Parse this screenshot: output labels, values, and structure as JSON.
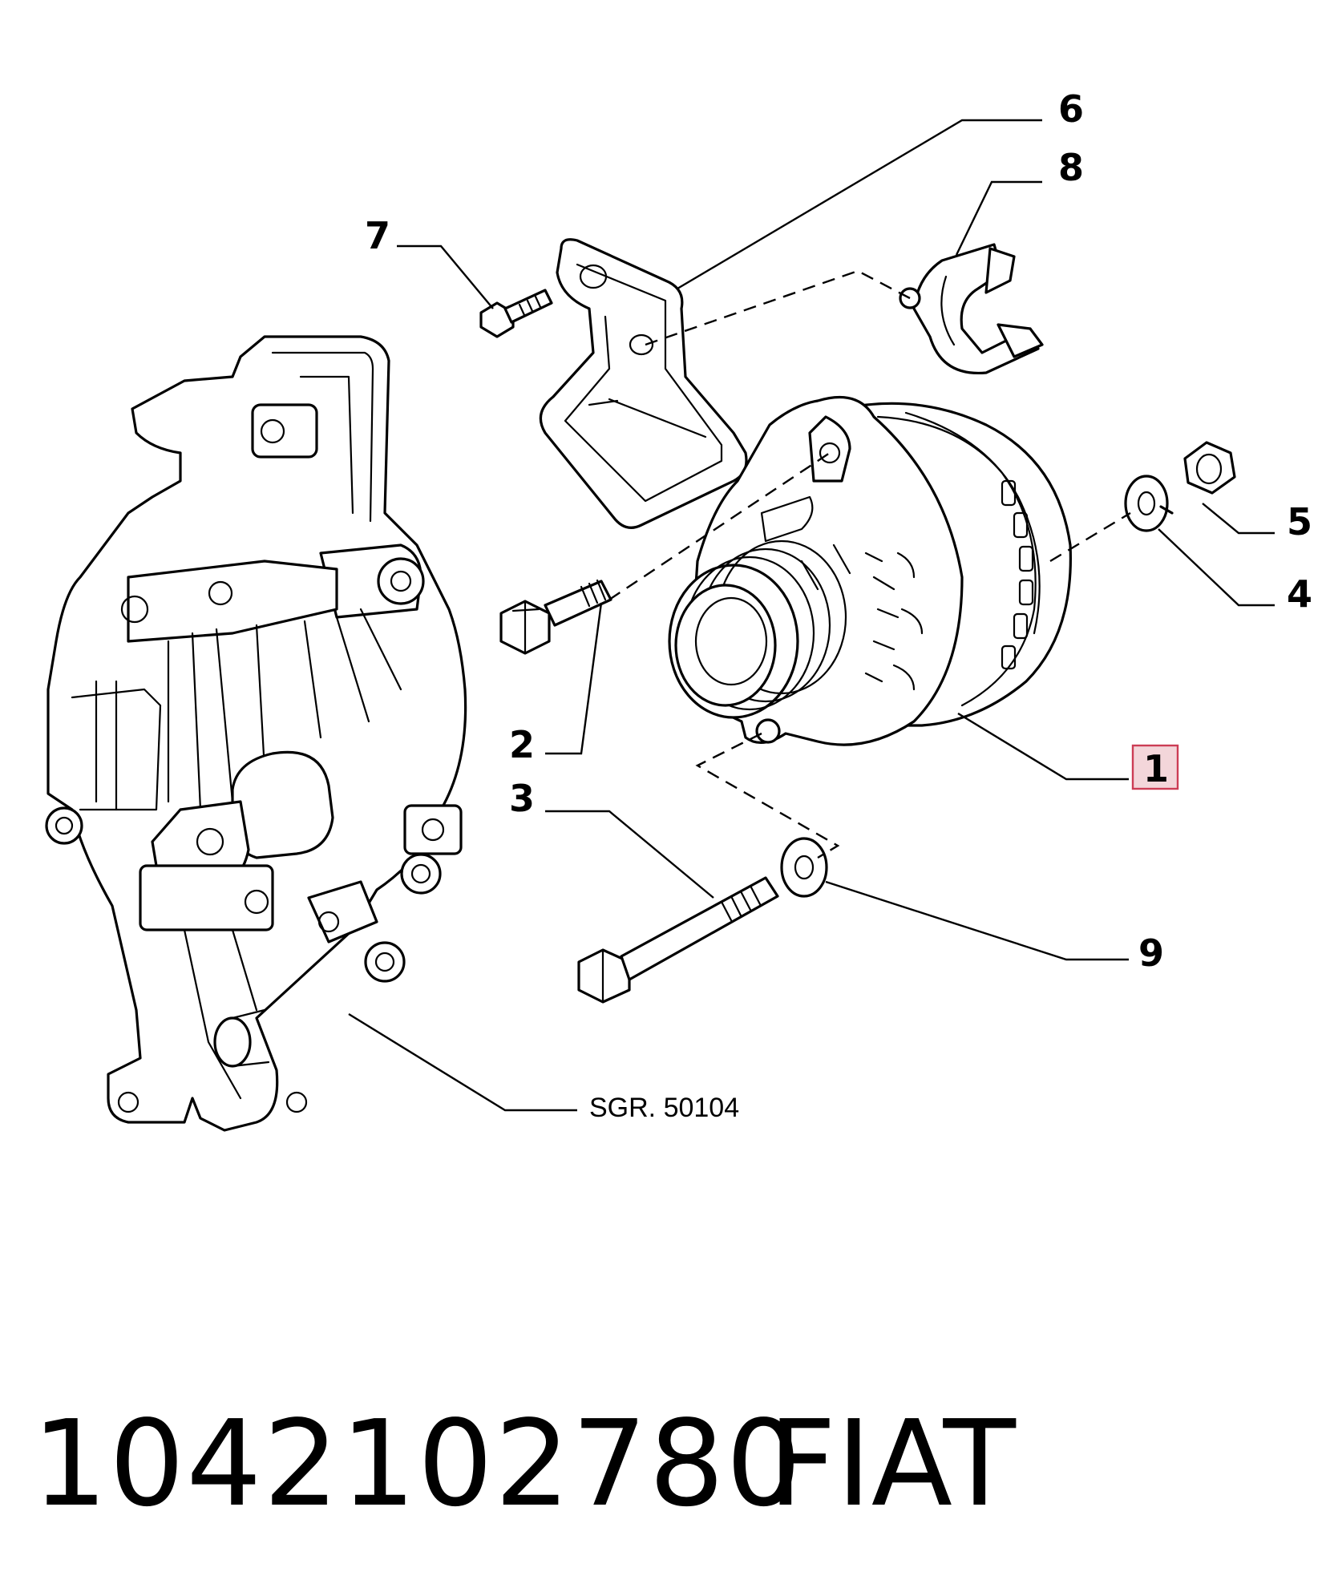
{
  "callouts": {
    "c1": "1",
    "c2": "2",
    "c3": "3",
    "c4": "4",
    "c5": "5",
    "c6": "6",
    "c7": "7",
    "c8": "8",
    "c9": "9"
  },
  "reference": "SGR. 50104",
  "highlight_color": "#f3d6da",
  "highlight_border": "#cc3d55",
  "footer": {
    "part_number": "1042102780",
    "brand": "FIAT"
  }
}
